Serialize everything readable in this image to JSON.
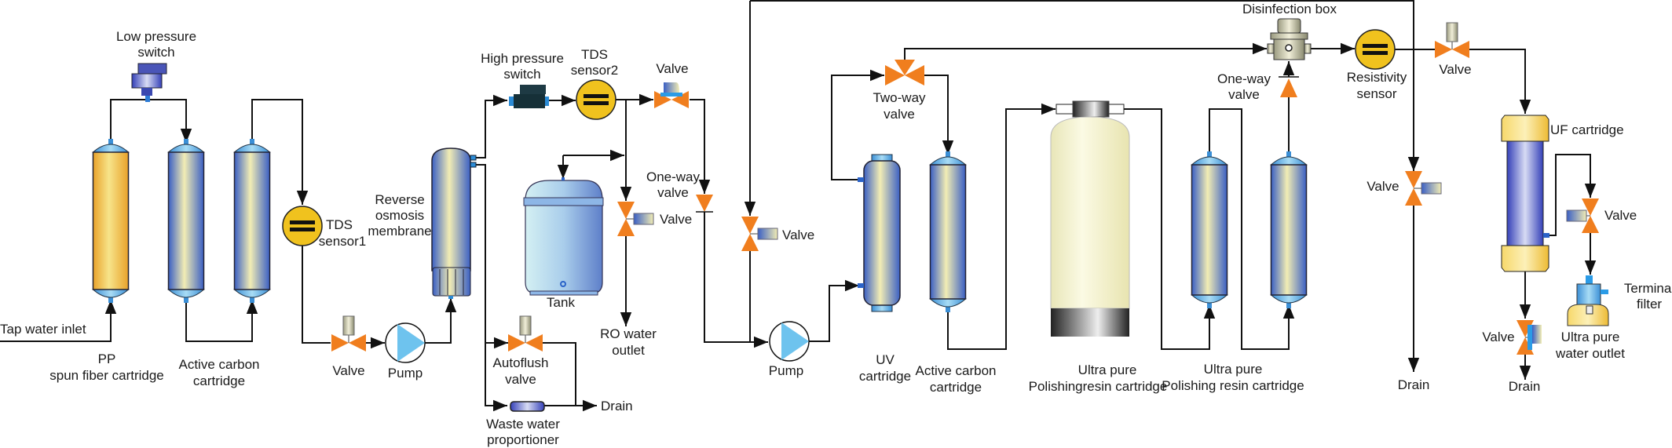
{
  "labels": {
    "low_pressure_switch": [
      "Low pressure",
      "switch"
    ],
    "tap_water_inlet": "Tap water inlet",
    "pp_cartridge": [
      "PP",
      "spun fiber cartridge"
    ],
    "active_carbon_1": [
      "Active carbon",
      "cartridge"
    ],
    "tds_sensor1": [
      "TDS",
      "sensor1"
    ],
    "valve_inlet": "Valve",
    "pump_1": "Pump",
    "ro_membrane": [
      "Reverse",
      "osmosis",
      "membrane"
    ],
    "high_pressure_switch": [
      "High pressure",
      "switch"
    ],
    "tds_sensor2": [
      "TDS",
      "sensor2"
    ],
    "valve_after_tds2": "Valve",
    "valve_ro_outlet": "Valve",
    "tank": "Tank",
    "ro_water_outlet": [
      "RO water",
      "outlet"
    ],
    "one_way_valve_1": [
      "One-way",
      "valve"
    ],
    "valve_bypass": "Valve",
    "autoflush_valve": [
      "Autoflush",
      "valve"
    ],
    "waste_water_proportioner": [
      "Waste water",
      "proportioner"
    ],
    "drain_1": "Drain",
    "pump_2": "Pump",
    "uv_cartridge": [
      "UV",
      "cartridge"
    ],
    "two_way_valve": [
      "Two-way",
      "valve"
    ],
    "active_carbon_2": [
      "Active carbon",
      "cartridge"
    ],
    "ultra_pure_polishingresin": [
      "Ultra pure",
      "Polishingresin cartridge"
    ],
    "ultra_pure_polishing_resin": [
      "Ultra pure",
      "Polishing resin cartridge"
    ],
    "disinfection_box": "Disinfection box",
    "one_way_valve_2": [
      "One-way",
      "valve"
    ],
    "resistivity_sensor": [
      "Resistivity",
      "sensor"
    ],
    "valve_after_resistivity": "Valve",
    "valve_drain": "Valve",
    "drain_2": "Drain",
    "uf_cartridge": "UF cartridge",
    "valve_uf_side": "Valve",
    "terminal_filter": [
      "Terminal",
      "filter"
    ],
    "ultra_pure_water_outlet": [
      "Ultra pure",
      "water outlet"
    ],
    "valve_uf_drain": "Valve",
    "drain_3": "Drain"
  },
  "colors": {
    "valve": "#F07E1E",
    "sensor": "#F0C21E",
    "cartridge_edge": "#3A5FC4",
    "cartridge_center": "#F2EDB4",
    "pp_edge": "#E9A22A",
    "pp_center": "#F7E48A",
    "pump": "#6EC3EE",
    "pipe": "#111111"
  }
}
